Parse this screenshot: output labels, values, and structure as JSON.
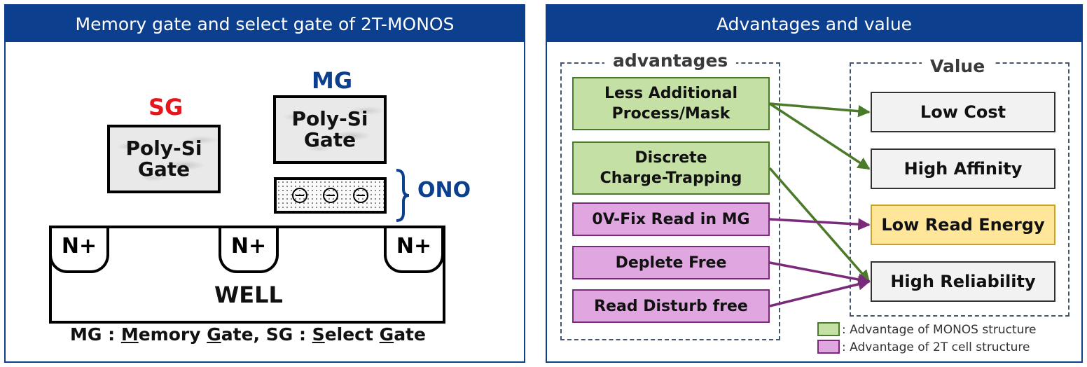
{
  "left_panel": {
    "title": "Memory gate and select gate of 2T-MONOS",
    "sg_label": "SG",
    "mg_label": "MG",
    "sg_gate_text": "Poly-Si\nGate",
    "mg_gate_text": "Poly-Si\nGate",
    "ono_label": "ONO",
    "nplus": [
      "N+",
      "N+",
      "N+"
    ],
    "well_label": "WELL",
    "caption": {
      "p1": "MG : ",
      "p2": "M",
      "p3": "emory ",
      "p4": "G",
      "p5": "ate, SG : ",
      "p6": "S",
      "p7": "elect ",
      "p8": "G",
      "p9": "ate"
    },
    "colors": {
      "sg": "#e8141c",
      "mg": "#0d3f8f",
      "frame": "#0d3f8f"
    }
  },
  "right_panel": {
    "title": "Advantages and value",
    "advantages_title": "advantages",
    "value_title": "Value",
    "advantages": [
      {
        "text": "Less Additional\nProcess/Mask",
        "type": "monos"
      },
      {
        "text": "Discrete\nCharge-Trapping",
        "type": "monos"
      },
      {
        "text": "0V-Fix Read in MG",
        "type": "2t"
      },
      {
        "text": "Deplete Free",
        "type": "2t"
      },
      {
        "text": "Read Disturb free",
        "type": "2t"
      }
    ],
    "values": [
      {
        "text": "Low Cost"
      },
      {
        "text": "High Affinity"
      },
      {
        "text": "Low Read Energy",
        "highlight": true
      },
      {
        "text": "High Reliability"
      }
    ],
    "links": [
      {
        "from": 0,
        "to": 0,
        "color": "#4a7a2a"
      },
      {
        "from": 0,
        "to": 1,
        "color": "#4a7a2a"
      },
      {
        "from": 1,
        "to": 3,
        "color": "#4a7a2a"
      },
      {
        "from": 2,
        "to": 2,
        "color": "#7a2a7a"
      },
      {
        "from": 3,
        "to": 3,
        "color": "#7a2a7a"
      },
      {
        "from": 4,
        "to": 3,
        "color": "#7a2a7a"
      }
    ],
    "legend": [
      {
        "text": ": Advantage of MONOS structure",
        "color": "#c5e0a5"
      },
      {
        "text": ": Advantage of 2T cell structure",
        "color": "#e0a6e0"
      }
    ],
    "colors": {
      "monos_fill": "#c5e0a5",
      "twot_fill": "#e0a6e0",
      "highlight_fill": "#ffe699",
      "highlight_border": "#c9a227"
    }
  }
}
